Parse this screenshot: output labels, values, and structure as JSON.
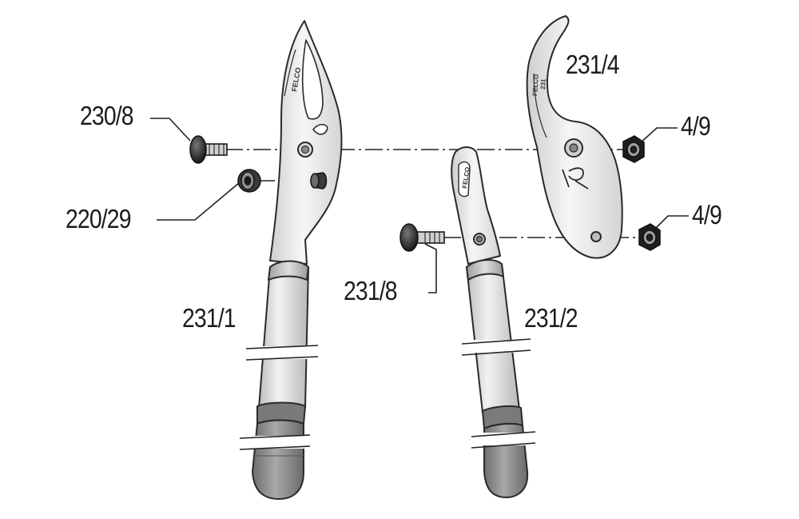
{
  "labels": {
    "l230_8": "230/8",
    "l220_29": "220/29",
    "l231_4": "231/4",
    "l4_9_a": "4/9",
    "l4_9_b": "4/9",
    "l231_8": "231/8",
    "l231_1": "231/1",
    "l231_2": "231/2"
  },
  "brand": {
    "lower_blade_logo": "FELCO",
    "upper_blade_logo": "FELCO",
    "upper_blade_model": "231"
  },
  "colors": {
    "outline": "#2a2a2a",
    "metal": "#e6e6e6",
    "handle_light": "#cfcfcf",
    "grip_dark": "#8a8a8a",
    "part_black": "#1e1e1e"
  }
}
